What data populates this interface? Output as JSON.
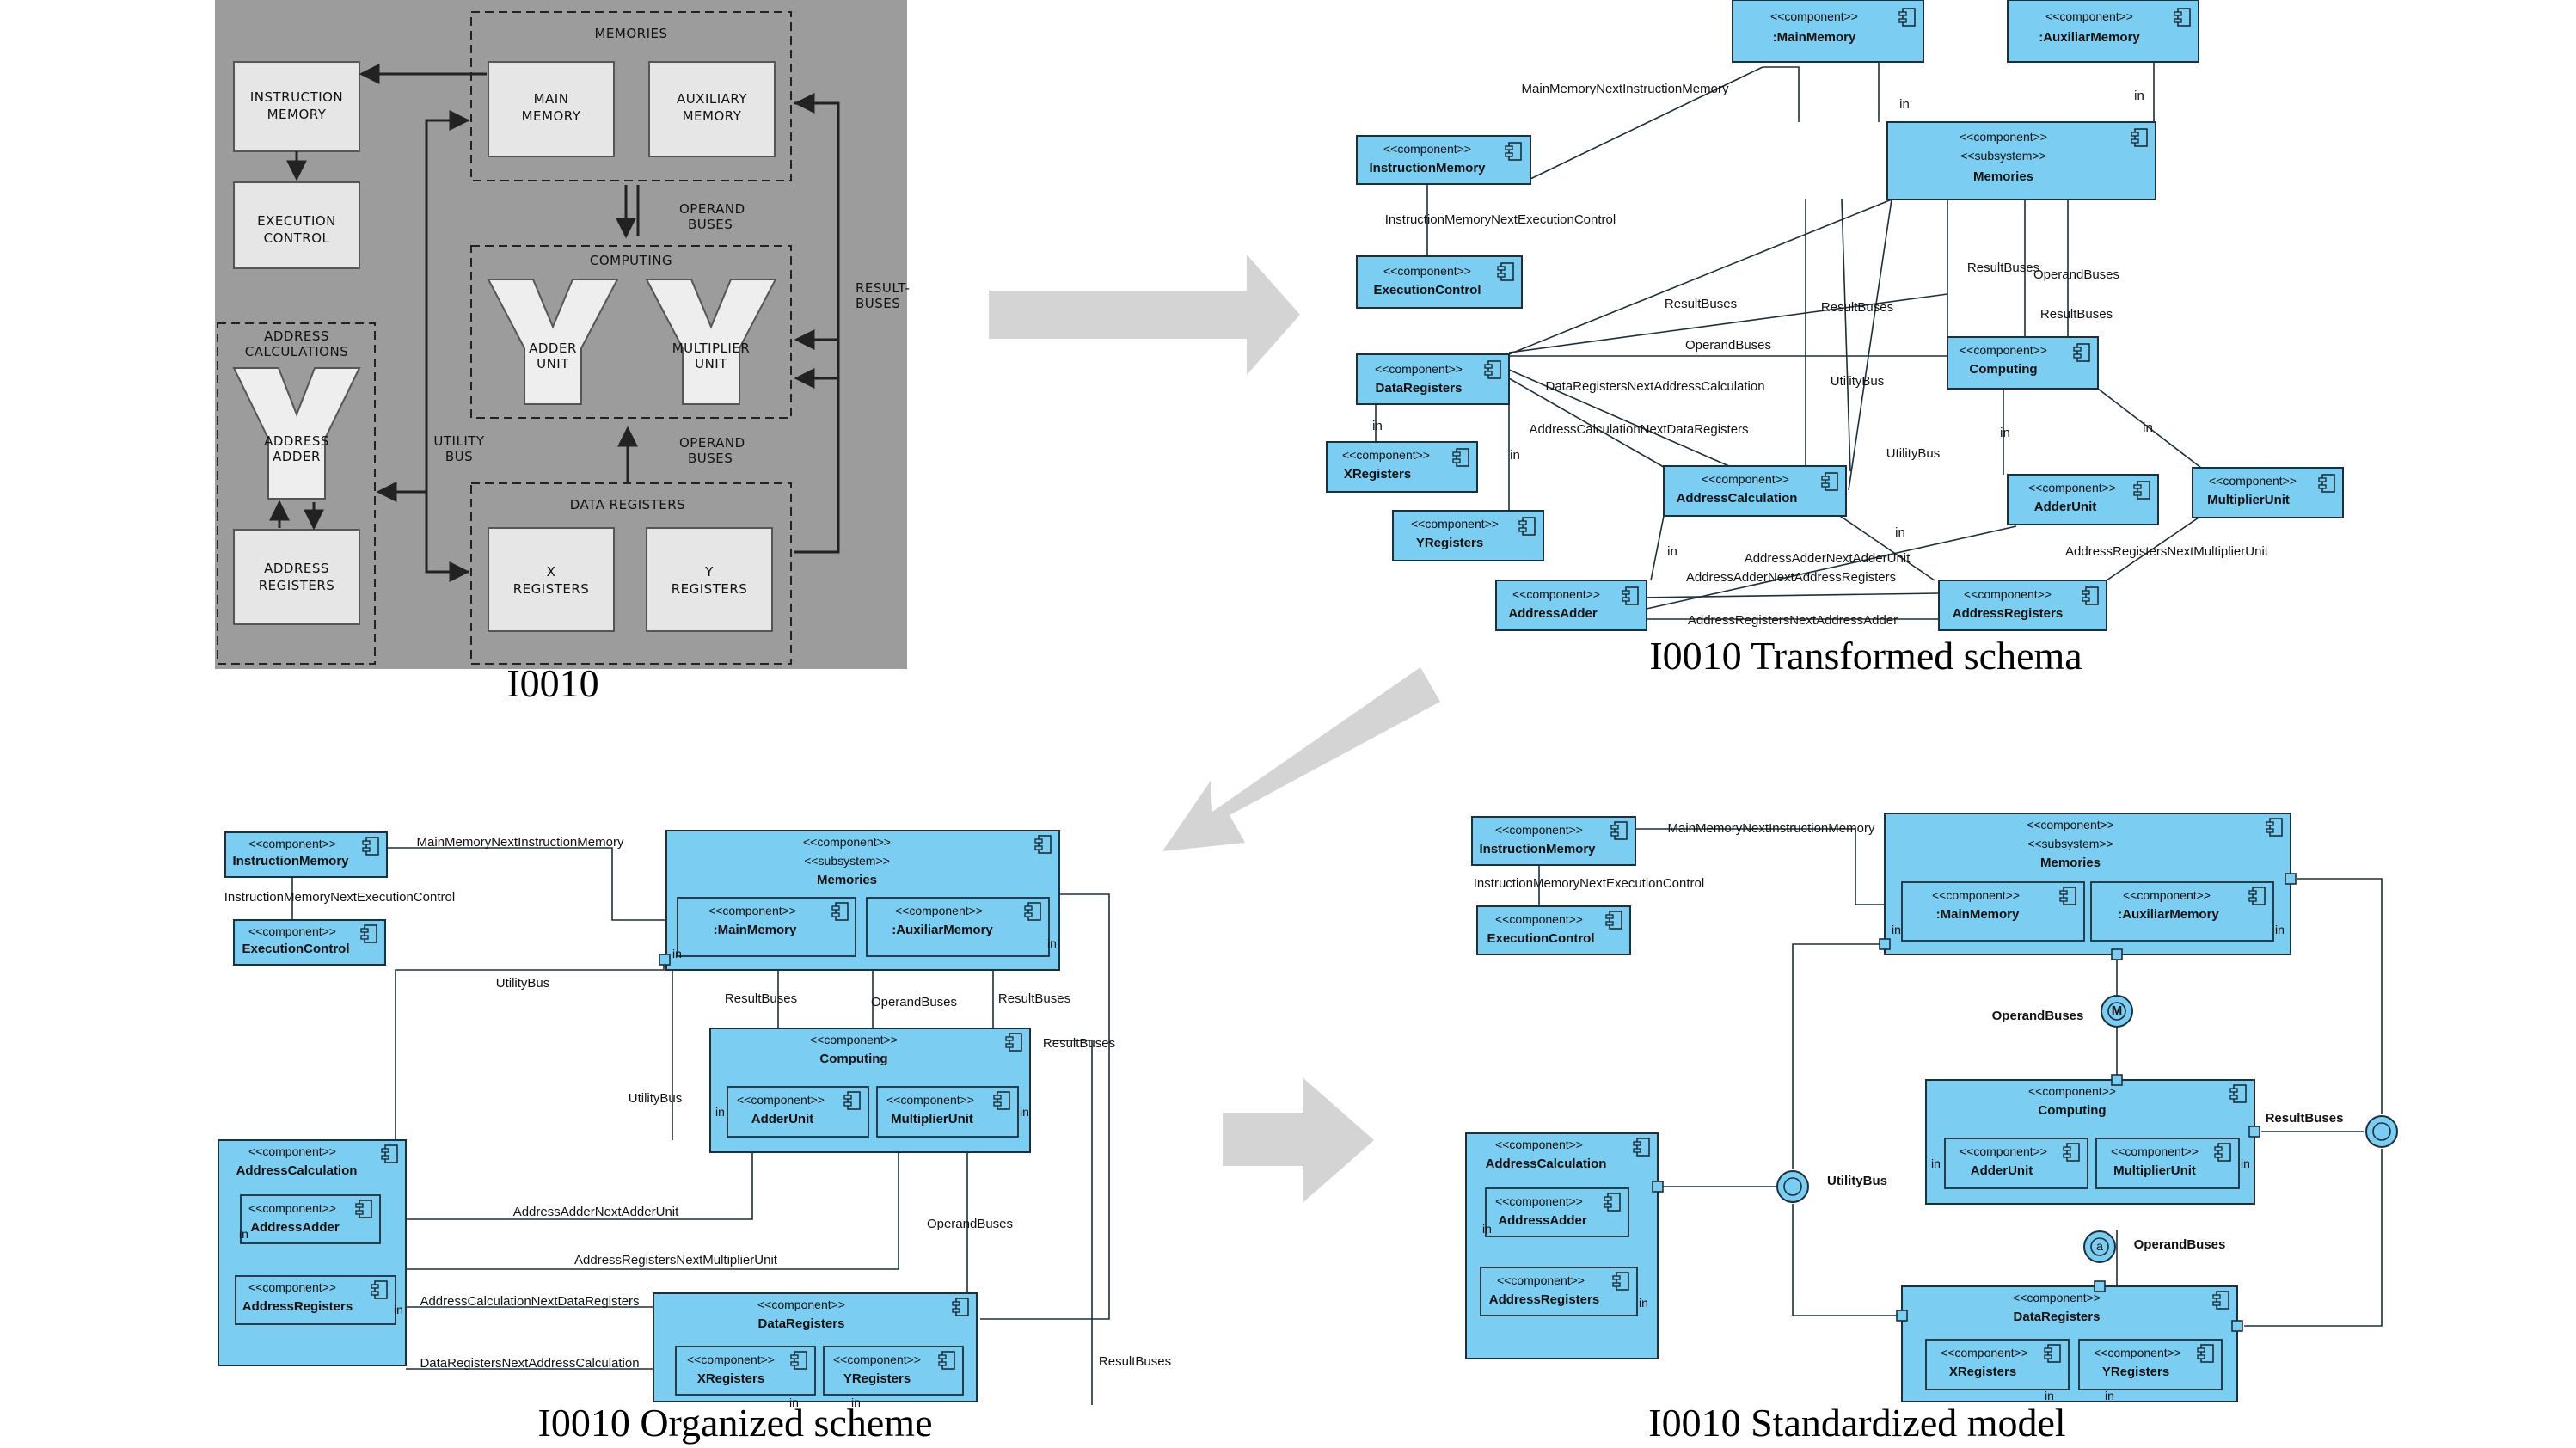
{
  "captions": {
    "original": "I0010",
    "transformed": "I0010 Transformed schema",
    "organized": "I0010 Organized scheme",
    "standardized": "I0010 Standardized model"
  },
  "stereotypes": {
    "component": "<<component>>",
    "subsystem": "<<subsystem>>"
  },
  "original": {
    "memories": "MEMORIES",
    "instruction_memory": [
      "INSTRUCTION",
      "MEMORY"
    ],
    "main_memory": [
      "MAIN",
      "MEMORY"
    ],
    "auxiliary_memory": [
      "AUXILIARY",
      "MEMORY"
    ],
    "execution_control": [
      "EXECUTION",
      "CONTROL"
    ],
    "operand_buses_top": [
      "OPERAND",
      "BUSES"
    ],
    "computing": "COMPUTING",
    "adder_unit": [
      "ADDER",
      "UNIT"
    ],
    "multiplier_unit": [
      "MULTIPLIER",
      "UNIT"
    ],
    "result_buses": [
      "RESULT-",
      "BUSES"
    ],
    "address_calculations": [
      "ADDRESS",
      "CALCULATIONS"
    ],
    "address_adder": [
      "ADDRESS",
      "ADDER"
    ],
    "utility_bus": [
      "UTILITY",
      "BUS"
    ],
    "operand_buses_bottom": [
      "OPERAND",
      "BUSES"
    ],
    "address_registers": [
      "ADDRESS",
      "REGISTERS"
    ],
    "data_registers": "DATA REGISTERS",
    "x_registers": [
      "X",
      "REGISTERS"
    ],
    "y_registers": [
      "Y",
      "REGISTERS"
    ]
  },
  "transformed": {
    "components": {
      "main_memory": ":MainMemory",
      "auxiliar_memory": ":AuxiliarMemory",
      "instruction_memory": "InstructionMemory",
      "memories": "Memories",
      "execution_control": "ExecutionControl",
      "data_registers": "DataRegisters",
      "computing": "Computing",
      "xregisters": "XRegisters",
      "address_calculation": "AddressCalculation",
      "adder_unit": "AdderUnit",
      "multiplier_unit": "MultiplierUnit",
      "yregisters": "YRegisters",
      "address_adder": "AddressAdder",
      "address_registers": "AddressRegisters"
    },
    "labels": {
      "mm_next_im": "MainMemoryNextInstructionMemory",
      "im_next_ec": "InstructionMemoryNextExecutionControl",
      "in": "in",
      "result_buses": "ResultBuses",
      "operand_buses": "OperandBuses",
      "dr_next_ac": "DataRegistersNextAddressCalculation",
      "utility_bus": "UtilityBus",
      "ac_next_dr": "AddressCalculationNextDataRegisters",
      "aa_next_au": "AddressAdderNextAdderUnit",
      "ar_next_mu": "AddressRegistersNextMultiplierUnit",
      "aa_next_ar": "AddressAdderNextAddressRegisters",
      "ar_next_aa": "AddressRegistersNextAddressAdder"
    }
  },
  "organized": {
    "components": {
      "instruction_memory": "InstructionMemory",
      "execution_control": "ExecutionControl",
      "memories": "Memories",
      "main_memory": ":MainMemory",
      "auxiliar_memory": ":AuxiliarMemory",
      "computing": "Computing",
      "adder_unit": "AdderUnit",
      "multiplier_unit": "MultiplierUnit",
      "address_calculation": "AddressCalculation",
      "address_adder": "AddressAdder",
      "address_registers": "AddressRegisters",
      "data_registers": "DataRegisters",
      "xregisters": "XRegisters",
      "yregisters": "YRegisters"
    },
    "labels": {
      "mm_next_im": "MainMemoryNextInstructionMemory",
      "im_next_ec": "InstructionMemoryNextExecutionControl",
      "utility_bus": "UtilityBus",
      "result_buses": "ResultBuses",
      "operand_buses": "OperandBuses",
      "aa_next_au": "AddressAdderNextAdderUnit",
      "ar_next_mu": "AddressRegistersNextMultiplierUnit",
      "ac_next_dr": "AddressCalculationNextDataRegisters",
      "dr_next_ac": "DataRegistersNextAddressCalculation",
      "in": "in"
    }
  },
  "standardized": {
    "components": {
      "instruction_memory": "InstructionMemory",
      "execution_control": "ExecutionControl",
      "memories": "Memories",
      "main_memory": ":MainMemory",
      "auxiliar_memory": ":AuxiliarMemory",
      "computing": "Computing",
      "adder_unit": "AdderUnit",
      "multiplier_unit": "MultiplierUnit",
      "address_calculation": "AddressCalculation",
      "address_adder": "AddressAdder",
      "address_registers": "AddressRegisters",
      "data_registers": "DataRegisters",
      "xregisters": "XRegisters",
      "yregisters": "YRegisters"
    },
    "labels": {
      "mm_next_im": "MainMemoryNextInstructionMemory",
      "im_next_ec": "InstructionMemoryNextExecutionControl",
      "operand_buses": "OperandBuses",
      "result_buses": "ResultBuses",
      "utility_bus": "UtilityBus",
      "in": "in",
      "m_marker": "M",
      "a_marker": "a"
    }
  }
}
